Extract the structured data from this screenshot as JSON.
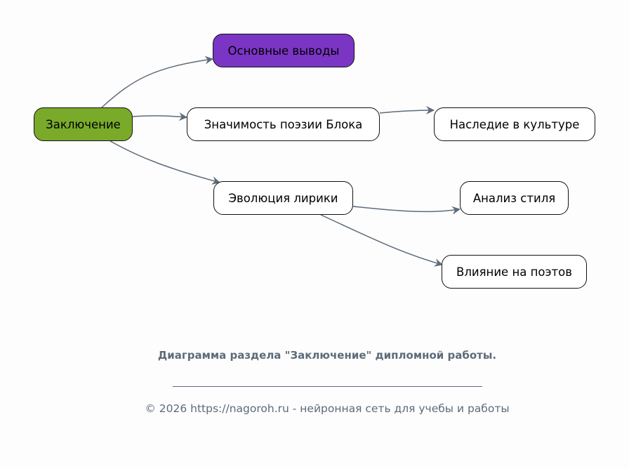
{
  "diagram": {
    "nodes": [
      {
        "id": "conclusion",
        "label": "Заключение",
        "color": "#7aaa2a"
      },
      {
        "id": "main-findings",
        "label": "Основные выводы",
        "color": "#7b35c4"
      },
      {
        "id": "significance",
        "label": "Значимость поэзии Блока",
        "color": "#ffffff"
      },
      {
        "id": "legacy",
        "label": "Наследие в культуре",
        "color": "#ffffff"
      },
      {
        "id": "evolution",
        "label": "Эволюция лирики",
        "color": "#ffffff"
      },
      {
        "id": "style",
        "label": "Анализ стиля",
        "color": "#ffffff"
      },
      {
        "id": "influence",
        "label": "Влияние на поэтов",
        "color": "#ffffff"
      }
    ],
    "edges": [
      [
        "conclusion",
        "main-findings"
      ],
      [
        "conclusion",
        "significance"
      ],
      [
        "conclusion",
        "evolution"
      ],
      [
        "significance",
        "legacy"
      ],
      [
        "evolution",
        "style"
      ],
      [
        "evolution",
        "influence"
      ]
    ],
    "edge_color": "#5d6b7a"
  },
  "caption": "Диаграмма раздела \"Заключение\" дипломной работы.",
  "footer": "© 2026 https://nagoroh.ru - нейронная сеть для учебы и работы"
}
